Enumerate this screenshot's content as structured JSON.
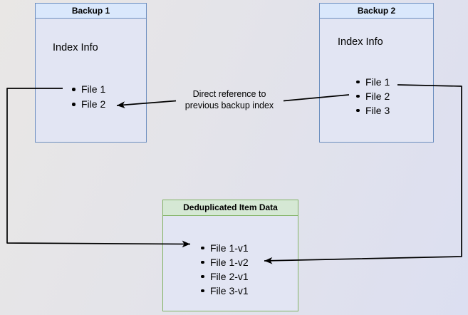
{
  "diagram": {
    "backup1": {
      "title": "Backup 1",
      "subtitle": "Index Info",
      "files": [
        "File 1",
        "File 2"
      ]
    },
    "backup2": {
      "title": "Backup 2",
      "subtitle": "Index Info",
      "files": [
        "File 1",
        "File 2",
        "File 3"
      ]
    },
    "dedup": {
      "title": "Deduplicated Item Data",
      "files": [
        "File 1-v1",
        "File 1-v2",
        "File 2-v1",
        "File 3-v1"
      ]
    },
    "annotation": {
      "line1": "Direct reference to",
      "line2": "previous backup index"
    },
    "colors": {
      "blue_border": "#6c8ebf",
      "blue_header": "#dae8fc",
      "green_border": "#82b366",
      "green_header": "#d5e8d4",
      "box_fill": "#e2e5f3",
      "connector": "#000000"
    }
  }
}
